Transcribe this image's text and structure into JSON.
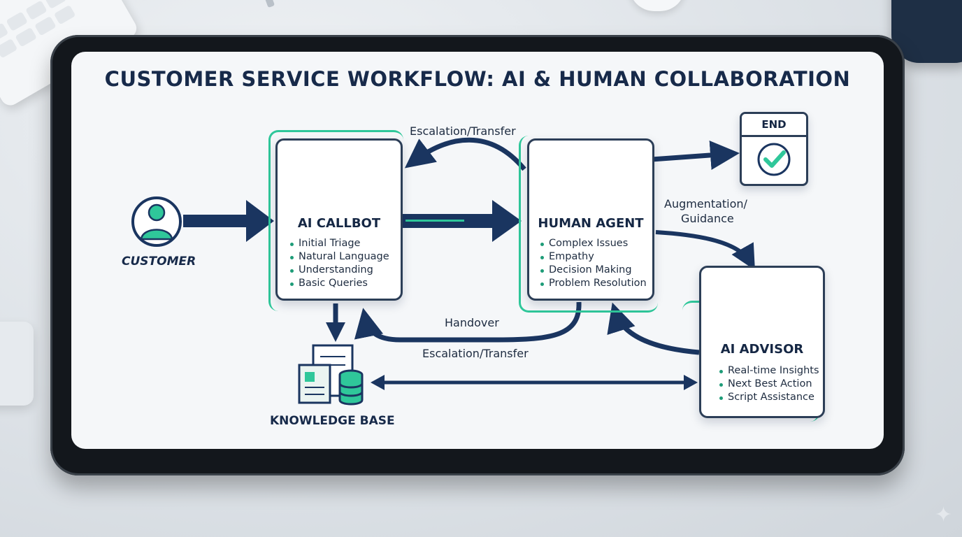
{
  "title": "CUSTOMER SERVICE WORKFLOW: AI & HUMAN COLLABORATION",
  "nodes": {
    "customer": {
      "label": "CUSTOMER"
    },
    "callbot": {
      "title": "AI CALLBOT",
      "bullets": [
        "Initial Triage",
        "Natural Language",
        "Understanding",
        "Basic Queries"
      ]
    },
    "agent": {
      "title": "HUMAN AGENT",
      "bullets": [
        "Complex Issues",
        "Empathy",
        "Decision Making",
        "Problem Resolution"
      ]
    },
    "advisor": {
      "title": "AI ADVISOR",
      "bullets": [
        "Real-time Insights",
        "Next Best Action",
        "Script Assistance"
      ]
    },
    "knowledge": {
      "label": "KNOWLEDGE BASE"
    },
    "end": {
      "label": "END"
    }
  },
  "edges": {
    "escalation_top": "Escalation/Transfer",
    "augmentation_1": "Augmentation/",
    "augmentation_2": "Guidance",
    "handover": "Handover",
    "escalation_bottom": "Escalation/Transfer"
  },
  "colors": {
    "navy": "#1a3560",
    "accent": "#2fc79a",
    "ink": "#172a4a"
  }
}
